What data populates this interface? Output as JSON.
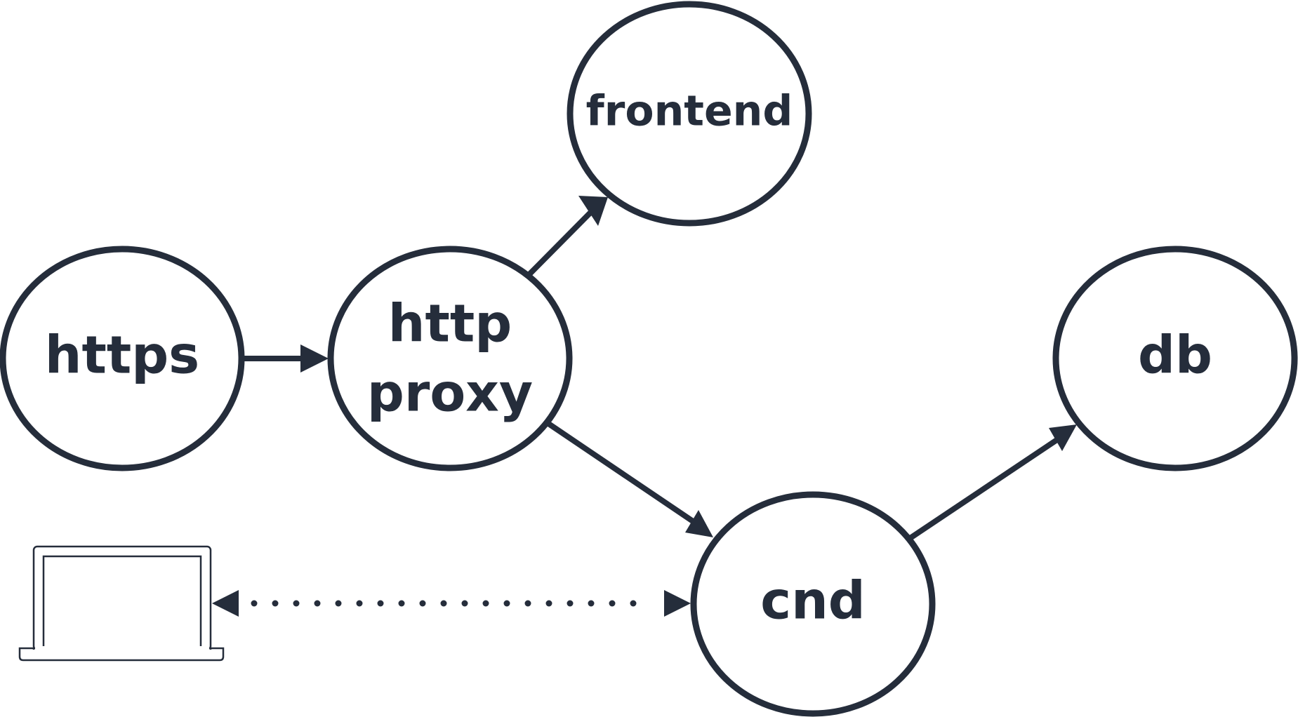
{
  "colors": {
    "stroke": "#252d3b",
    "fill": "#ffffff",
    "background": "#ffffff"
  },
  "nodes": {
    "https": {
      "label": "https"
    },
    "http_proxy": {
      "line1": "http",
      "line2": "proxy"
    },
    "frontend": {
      "label": "frontend"
    },
    "db": {
      "label": "db"
    },
    "cnd": {
      "label": "cnd"
    }
  },
  "client": {
    "icon": "laptop-icon"
  },
  "edges": [
    {
      "from": "https",
      "to": "http proxy",
      "style": "solid"
    },
    {
      "from": "http proxy",
      "to": "frontend",
      "style": "solid"
    },
    {
      "from": "http proxy",
      "to": "cnd",
      "style": "solid"
    },
    {
      "from": "cnd",
      "to": "db",
      "style": "solid"
    },
    {
      "from": "client",
      "to": "cnd",
      "style": "dotted",
      "bidirectional": true
    }
  ]
}
